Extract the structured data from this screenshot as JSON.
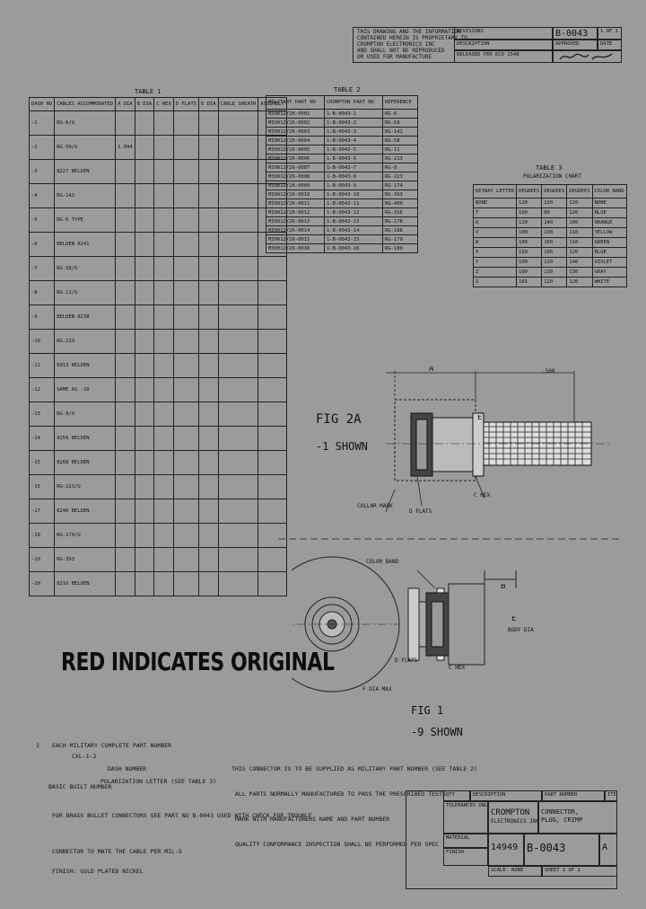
{
  "title_block_top": {
    "notes_lines": [
      "THIS DRAWING AND THE INFORMATION",
      "CONTAINED HEREIN IS PROPRIETARY TO",
      "CROMPTON ELECTRONICS INC",
      "AND SHALL NOT BE REPRODUCED",
      "OR USED FOR MANUFACTURE"
    ],
    "rev_label": "REVISIONS",
    "doc_number": "B-0043",
    "sheet": "1 OF 1",
    "description_label": "DESCRIPTION",
    "approved_label": "APPROVED",
    "date_label": "DATE",
    "revision_entry": "RELEASED PER ECO 1548",
    "signature": "illegible signature"
  },
  "table1": {
    "title": "TABLE 1",
    "headers": [
      "DASH NO",
      "CABLES ACCOMMODATED",
      "A DIA",
      "B DIA",
      "C HEX",
      "D FLATS",
      "E DIA",
      "CABLE SHEATH",
      "ASSEMBLY"
    ],
    "rows": [
      [
        "-1",
        "RG-6/U",
        "",
        "",
        "",
        "",
        "",
        "",
        ""
      ],
      [
        "-2",
        "RG-59/U",
        "1.094",
        "",
        "",
        "",
        "",
        "",
        ""
      ],
      [
        "-3",
        "8227 BELDEN",
        "",
        "",
        "",
        "",
        "",
        "",
        ""
      ],
      [
        "-4",
        "RG-142",
        "",
        "",
        "",
        "",
        "",
        "",
        ""
      ],
      [
        "-5",
        "RG-6 TYPE",
        "",
        "",
        "",
        "",
        "",
        "",
        ""
      ],
      [
        "-6",
        "BELDEN 8241",
        "",
        "",
        "",
        "",
        "",
        "",
        ""
      ],
      [
        "-7",
        "RG-58/U",
        "",
        "",
        "",
        "",
        "",
        "",
        ""
      ],
      [
        "-8",
        "RG-11/U",
        "",
        "",
        "",
        "",
        "",
        "",
        ""
      ],
      [
        "-9",
        "BELDEN 8238",
        "",
        "",
        "",
        "",
        "",
        "",
        ""
      ],
      [
        "-10",
        "RG-213",
        "",
        "",
        "",
        "",
        "",
        "",
        ""
      ],
      [
        "-11",
        "9913 BELDEN",
        "",
        "",
        "",
        "",
        "",
        "",
        ""
      ],
      [
        "-12",
        "SAME AS -10",
        "",
        "",
        "",
        "",
        "",
        "",
        ""
      ],
      [
        "-13",
        "RG-8/U",
        "",
        "",
        "",
        "",
        "",
        "",
        ""
      ],
      [
        "-14",
        "9258 BELDEN",
        "",
        "",
        "",
        "",
        "",
        "",
        ""
      ],
      [
        "-15",
        "8268 BELDEN",
        "",
        "",
        "",
        "",
        "",
        "",
        ""
      ],
      [
        "-16",
        "RG-223/U",
        "",
        "",
        "",
        "",
        "",
        "",
        ""
      ],
      [
        "-17",
        "8240 BELDEN",
        "",
        "",
        "",
        "",
        "",
        "",
        ""
      ],
      [
        "-18",
        "RG-174/U",
        "",
        "",
        "",
        "",
        "",
        "",
        ""
      ],
      [
        "-19",
        "RG-393",
        "",
        "",
        "",
        "",
        "",
        "",
        ""
      ],
      [
        "-20",
        "8216 BELDEN",
        "",
        "",
        "",
        "",
        "",
        "",
        ""
      ]
    ]
  },
  "table2": {
    "title": "TABLE 2",
    "headers": [
      "MILITARY PART NO",
      "CROMPTON PART NO",
      "REFERENCE"
    ],
    "rows": [
      [
        "M39012/26-0001",
        "1-B-0043-1",
        "RG-6"
      ],
      [
        "M39012/26-0002",
        "1-B-0043-2",
        "RG-59"
      ],
      [
        "M39012/26-0003",
        "1-B-0043-3",
        "RG-142"
      ],
      [
        "M39012/26-0004",
        "1-B-0043-4",
        "RG-58"
      ],
      [
        "M39012/26-0005",
        "1-B-0043-5",
        "RG-11"
      ],
      [
        "M39012/26-0006",
        "1-B-0043-6",
        "RG-213"
      ],
      [
        "M39012/26-0007",
        "1-B-0043-7",
        "RG-8"
      ],
      [
        "M39012/26-0008",
        "1-B-0043-8",
        "RG-223"
      ],
      [
        "M39012/26-0009",
        "1-B-0043-9",
        "RG-174"
      ],
      [
        "M39012/26-0010",
        "1-B-0043-10",
        "RG-393"
      ],
      [
        "M39012/26-0011",
        "1-B-0043-11",
        "RG-400"
      ],
      [
        "M39012/26-0012",
        "1-B-0043-12",
        "RG-316"
      ],
      [
        "M39012/26-0013",
        "1-B-0043-13",
        "RG-178"
      ],
      [
        "M39012/26-0014",
        "1-B-0043-14",
        "RG-188"
      ],
      [
        "M39012/26-0015",
        "1-B-0043-15",
        "RG-179"
      ],
      [
        "M39012/26-0016",
        "1-B-0043-16",
        "RG-180"
      ]
    ]
  },
  "table3": {
    "title": "TABLE 3",
    "subtitle": "POLARIZATION CHART",
    "headers": [
      "KEYWAY LETTER",
      "DEGREES",
      "DEGREES",
      "DEGREES",
      "COLOR BAND"
    ],
    "rows": [
      [
        "NONE",
        "120",
        "120",
        "120",
        "NONE"
      ],
      [
        "T",
        "100",
        "80",
        "120",
        "BLUE"
      ],
      [
        "U",
        "120",
        "140",
        "100",
        "ORANGE"
      ],
      [
        "V",
        "100",
        "130",
        "110",
        "YELLOW"
      ],
      [
        "W",
        "100",
        "160",
        "110",
        "GREEN"
      ],
      [
        "X",
        "150",
        "100",
        "120",
        "BLUE"
      ],
      [
        "Y",
        "100",
        "120",
        "140",
        "VIOLET"
      ],
      [
        "Z",
        "100",
        "130",
        "130",
        "GRAY"
      ],
      [
        "S",
        "165",
        "120",
        "120",
        "WHITE"
      ]
    ]
  },
  "fig2": {
    "label": "FIG 2A",
    "sub": "-1 SHOWN",
    "dim_a": "A",
    "dim_b": ".500",
    "dim_e": "E",
    "hex": "C HEX",
    "flats": "D FLATS",
    "collar": "COLLAR MARK"
  },
  "fig1": {
    "label": "FIG 1",
    "sub": "-9 SHOWN",
    "dim_b": "B",
    "body": "BODY DIA",
    "hex": "C HEX",
    "flats": "D FLATS",
    "color": "COLOR BAND",
    "e": "E",
    "dia": "F DIA MAX"
  },
  "red_indicates": "RED INDICATES ORIGINAL",
  "notes": {
    "n1_label": "1",
    "n1": "EACH MILITARY COMPLETE PART NUMBER",
    "part_example": "CXL-1-2",
    "basic_part": "BASIC BUILT NUMBER",
    "dash_number": "DASH NUMBER",
    "polarization": "POLARIZATION LETTER (SEE TABLE 3)",
    "n2": "FOR BRASS BULLET CONNECTORS SEE PART NO B-0043 USED WITH CHECK FOR TROUBLE",
    "n3": "CONNECTOR TO MATE THE CABLE PER MIL-S",
    "n4": "FINISH: GOLD PLATED NICKEL",
    "n5": "THIS CONNECTOR IS TO BE SUPPLIED AS MILITARY PART NUMBER (SEE TABLE 2)",
    "n6": "ALL PARTS NORMALLY MANUFACTURED TO PASS THE PRESCRIBED TESTS",
    "n7": "MARK WITH MANUFACTURERS NAME AND PART NUMBER",
    "n8": "QUALITY CONFORMANCE INSPECTION SHALL BE PERFORMED PER SPEC"
  },
  "title_block_bottom": {
    "company": "CROMPTON",
    "company2": "ELECTRONICS INC.",
    "title1": "CONNECTOR,",
    "title2": "PLUG, CRIMP",
    "code_ident": "14949",
    "dwg_no": "B-0043",
    "size": "A",
    "scale": "SCALE: NONE",
    "sheet": "SHEET 1 OF 1",
    "qty_label": "QTY",
    "desc_label": "DESCRIPTION",
    "part_no_label": "PART NUMBER",
    "item_label": "ITEM",
    "tolerances": "TOLERANCES UNLESS",
    "material": "MATERIAL",
    "finish": "FINISH"
  }
}
